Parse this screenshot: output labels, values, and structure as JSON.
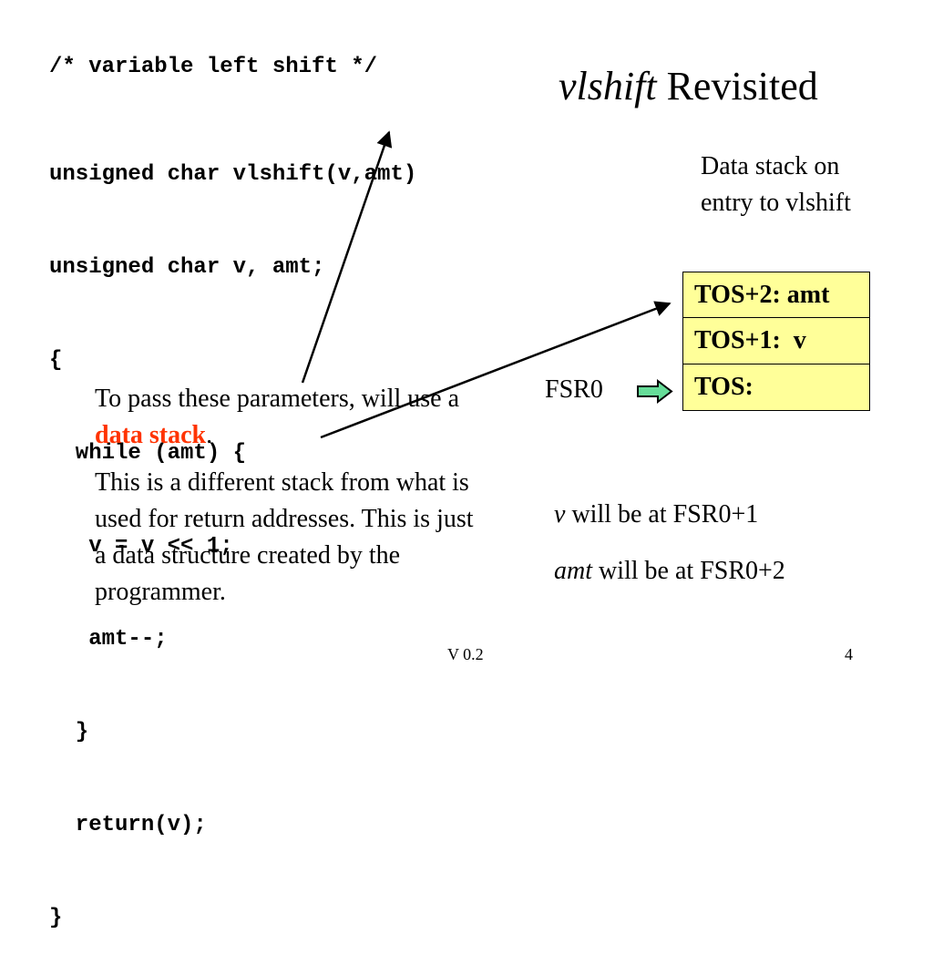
{
  "code": {
    "comment": "/* variable left shift */",
    "lines": [
      "unsigned char vlshift(v,amt)",
      "unsigned char v, amt;",
      "{",
      "  while (amt) {",
      "   v = v << 1;",
      "   amt--;",
      "  }",
      "  return(v);",
      "}"
    ]
  },
  "title": {
    "italic": "vlshift",
    "rest": " Revisited"
  },
  "text": {
    "para1_a": "To pass these parameters, will use a ",
    "para1_highlight": "data stack",
    "para1_b": ".",
    "para2": "This is a different stack from what is used for return addresses.  This is just a data structure created by the programmer."
  },
  "stack": {
    "caption": "Data stack on entry to vlshift",
    "cells": [
      "TOS+2: amt",
      "TOS+1:  v",
      "TOS:"
    ],
    "pointer_label": "FSR0"
  },
  "notes": {
    "note1_italic": "v",
    "note1_rest": " will be at FSR0+1",
    "note2_italic": "amt",
    "note2_rest": " will be at FSR0+2"
  },
  "footer": {
    "version": "V 0.2",
    "page": "4"
  },
  "colors": {
    "highlight": "#ff3300",
    "cell_background": "#ffff99",
    "arrow_fill": "#66dd99"
  }
}
